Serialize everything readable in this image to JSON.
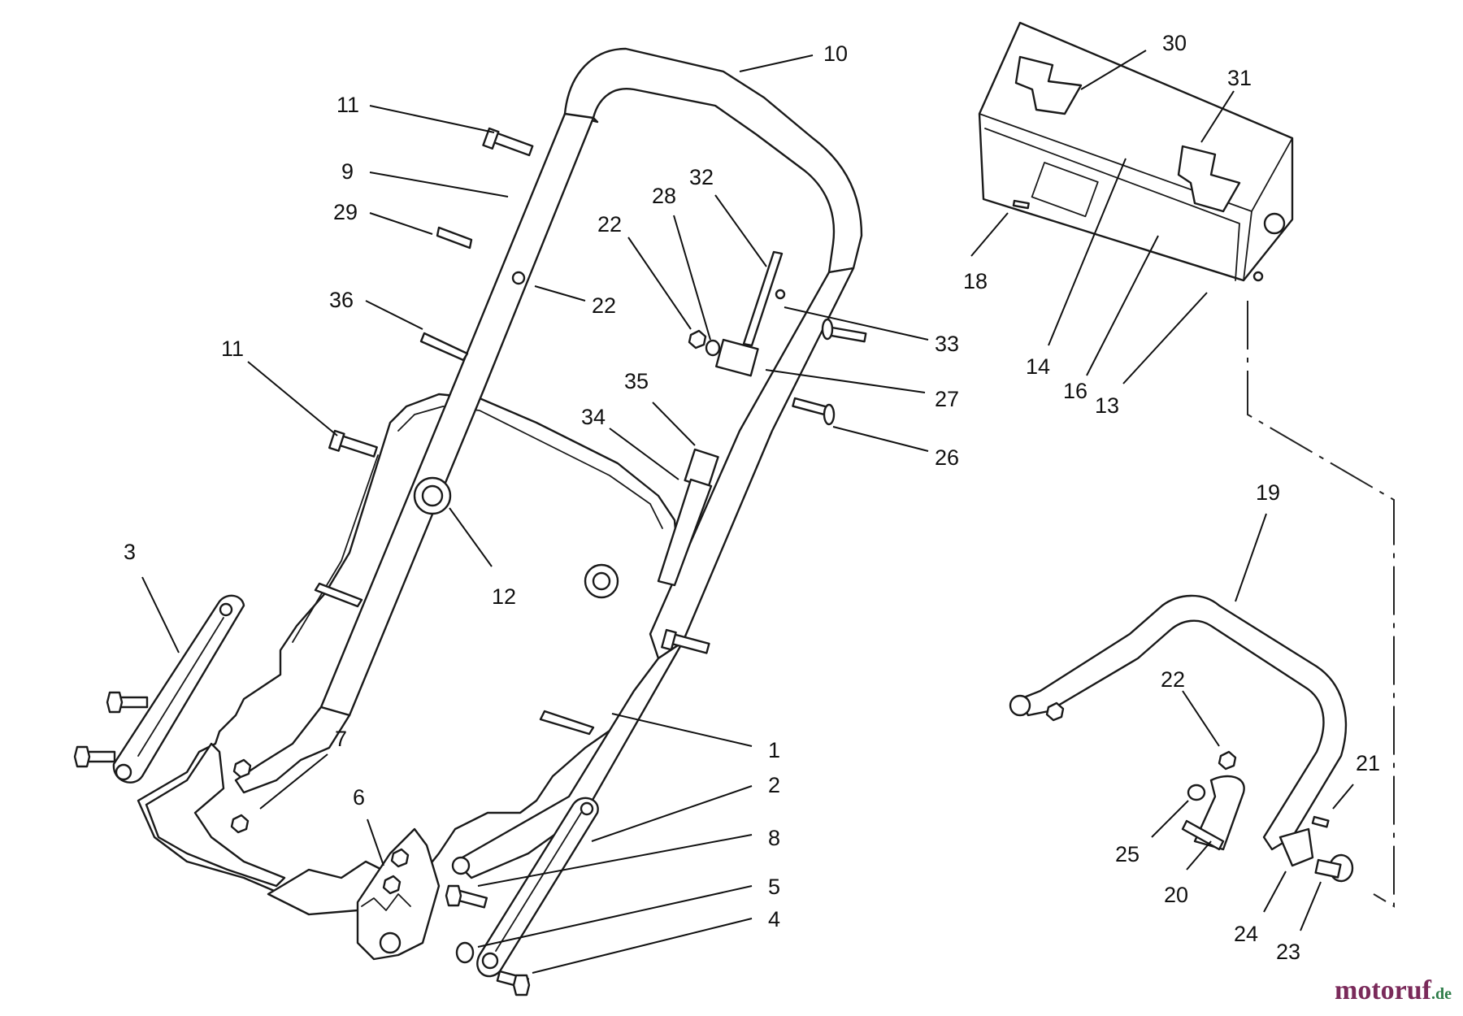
{
  "watermark": {
    "main": "motoruf",
    "suffix": ".de"
  },
  "callouts": [
    {
      "id": "c10",
      "label": "10"
    },
    {
      "id": "c11a",
      "label": "11"
    },
    {
      "id": "c9",
      "label": "9"
    },
    {
      "id": "c29",
      "label": "29"
    },
    {
      "id": "c22a",
      "label": "22"
    },
    {
      "id": "c36",
      "label": "36"
    },
    {
      "id": "c11b",
      "label": "11"
    },
    {
      "id": "c32",
      "label": "32"
    },
    {
      "id": "c28",
      "label": "28"
    },
    {
      "id": "c22b",
      "label": "22"
    },
    {
      "id": "c33",
      "label": "33"
    },
    {
      "id": "c27",
      "label": "27"
    },
    {
      "id": "c35",
      "label": "35"
    },
    {
      "id": "c34",
      "label": "34"
    },
    {
      "id": "c26",
      "label": "26"
    },
    {
      "id": "c12",
      "label": "12"
    },
    {
      "id": "c3",
      "label": "3"
    },
    {
      "id": "c7",
      "label": "7"
    },
    {
      "id": "c6",
      "label": "6"
    },
    {
      "id": "c1",
      "label": "1"
    },
    {
      "id": "c2",
      "label": "2"
    },
    {
      "id": "c8",
      "label": "8"
    },
    {
      "id": "c5",
      "label": "5"
    },
    {
      "id": "c4",
      "label": "4"
    },
    {
      "id": "c30",
      "label": "30"
    },
    {
      "id": "c31",
      "label": "31"
    },
    {
      "id": "c18",
      "label": "18"
    },
    {
      "id": "c14",
      "label": "14"
    },
    {
      "id": "c16",
      "label": "16"
    },
    {
      "id": "c13",
      "label": "13"
    },
    {
      "id": "c19",
      "label": "19"
    },
    {
      "id": "c22c",
      "label": "22"
    },
    {
      "id": "c21",
      "label": "21"
    },
    {
      "id": "c25",
      "label": "25"
    },
    {
      "id": "c20",
      "label": "20"
    },
    {
      "id": "c24",
      "label": "24"
    },
    {
      "id": "c23",
      "label": "23"
    }
  ]
}
